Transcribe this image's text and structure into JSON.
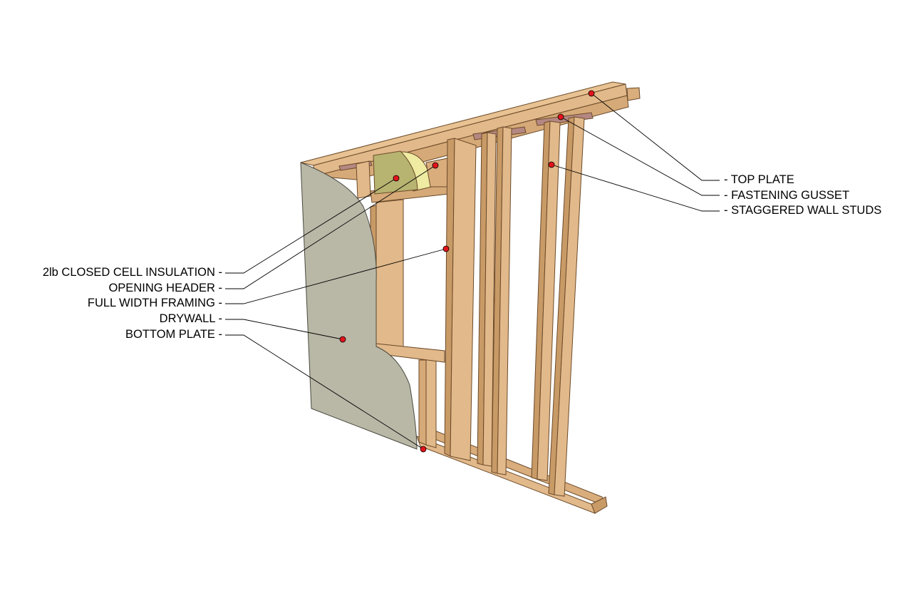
{
  "colors": {
    "wood": "#e2b98a",
    "wood_dark": "#c89a66",
    "wood_edge": "#6b4a2a",
    "drywall": "#b9b7a6",
    "insulation_front": "#b7b370",
    "insulation_back": "#efeba2",
    "gusset": "#b58782",
    "marker": "#e3141b",
    "leader": "#000000"
  },
  "labels": {
    "left": [
      {
        "id": "insulation",
        "text": "2lb CLOSED CELL INSULATION -"
      },
      {
        "id": "header",
        "text": "OPENING HEADER -"
      },
      {
        "id": "framing",
        "text": "FULL WIDTH FRAMING  -"
      },
      {
        "id": "drywall",
        "text": "DRYWALL -"
      },
      {
        "id": "bottom-plate",
        "text": "BOTTOM PLATE -"
      }
    ],
    "right": [
      {
        "id": "top-plate",
        "text": "- TOP PLATE"
      },
      {
        "id": "gusset",
        "text": "- FASTENING GUSSET"
      },
      {
        "id": "studs",
        "text": "- STAGGERED WALL STUDS"
      }
    ]
  }
}
